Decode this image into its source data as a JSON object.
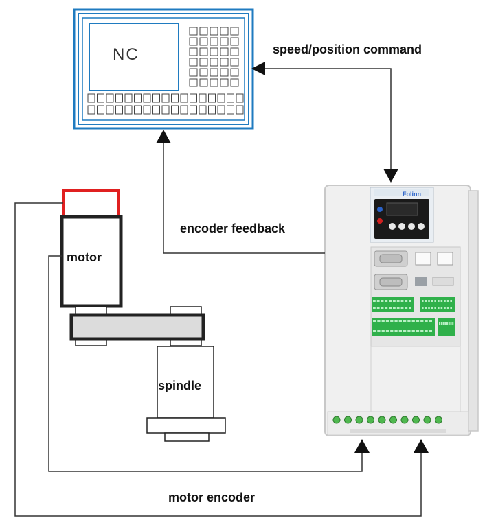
{
  "nc": {
    "label": "NC"
  },
  "drive": {
    "brand": "Folinn"
  },
  "labels": {
    "speed_position_command": "speed/position command",
    "encoder_feedback": "encoder feedback",
    "motor": "motor",
    "spindle": "spindle",
    "motor_encoder": "motor encoder"
  },
  "colors": {
    "nc_frame": "#1f7bc0",
    "motor_cable": "#e02020",
    "terminal_green": "#2fb04a",
    "drive_body": "#f0f0f0",
    "belt_fill": "#dcdcdc"
  }
}
